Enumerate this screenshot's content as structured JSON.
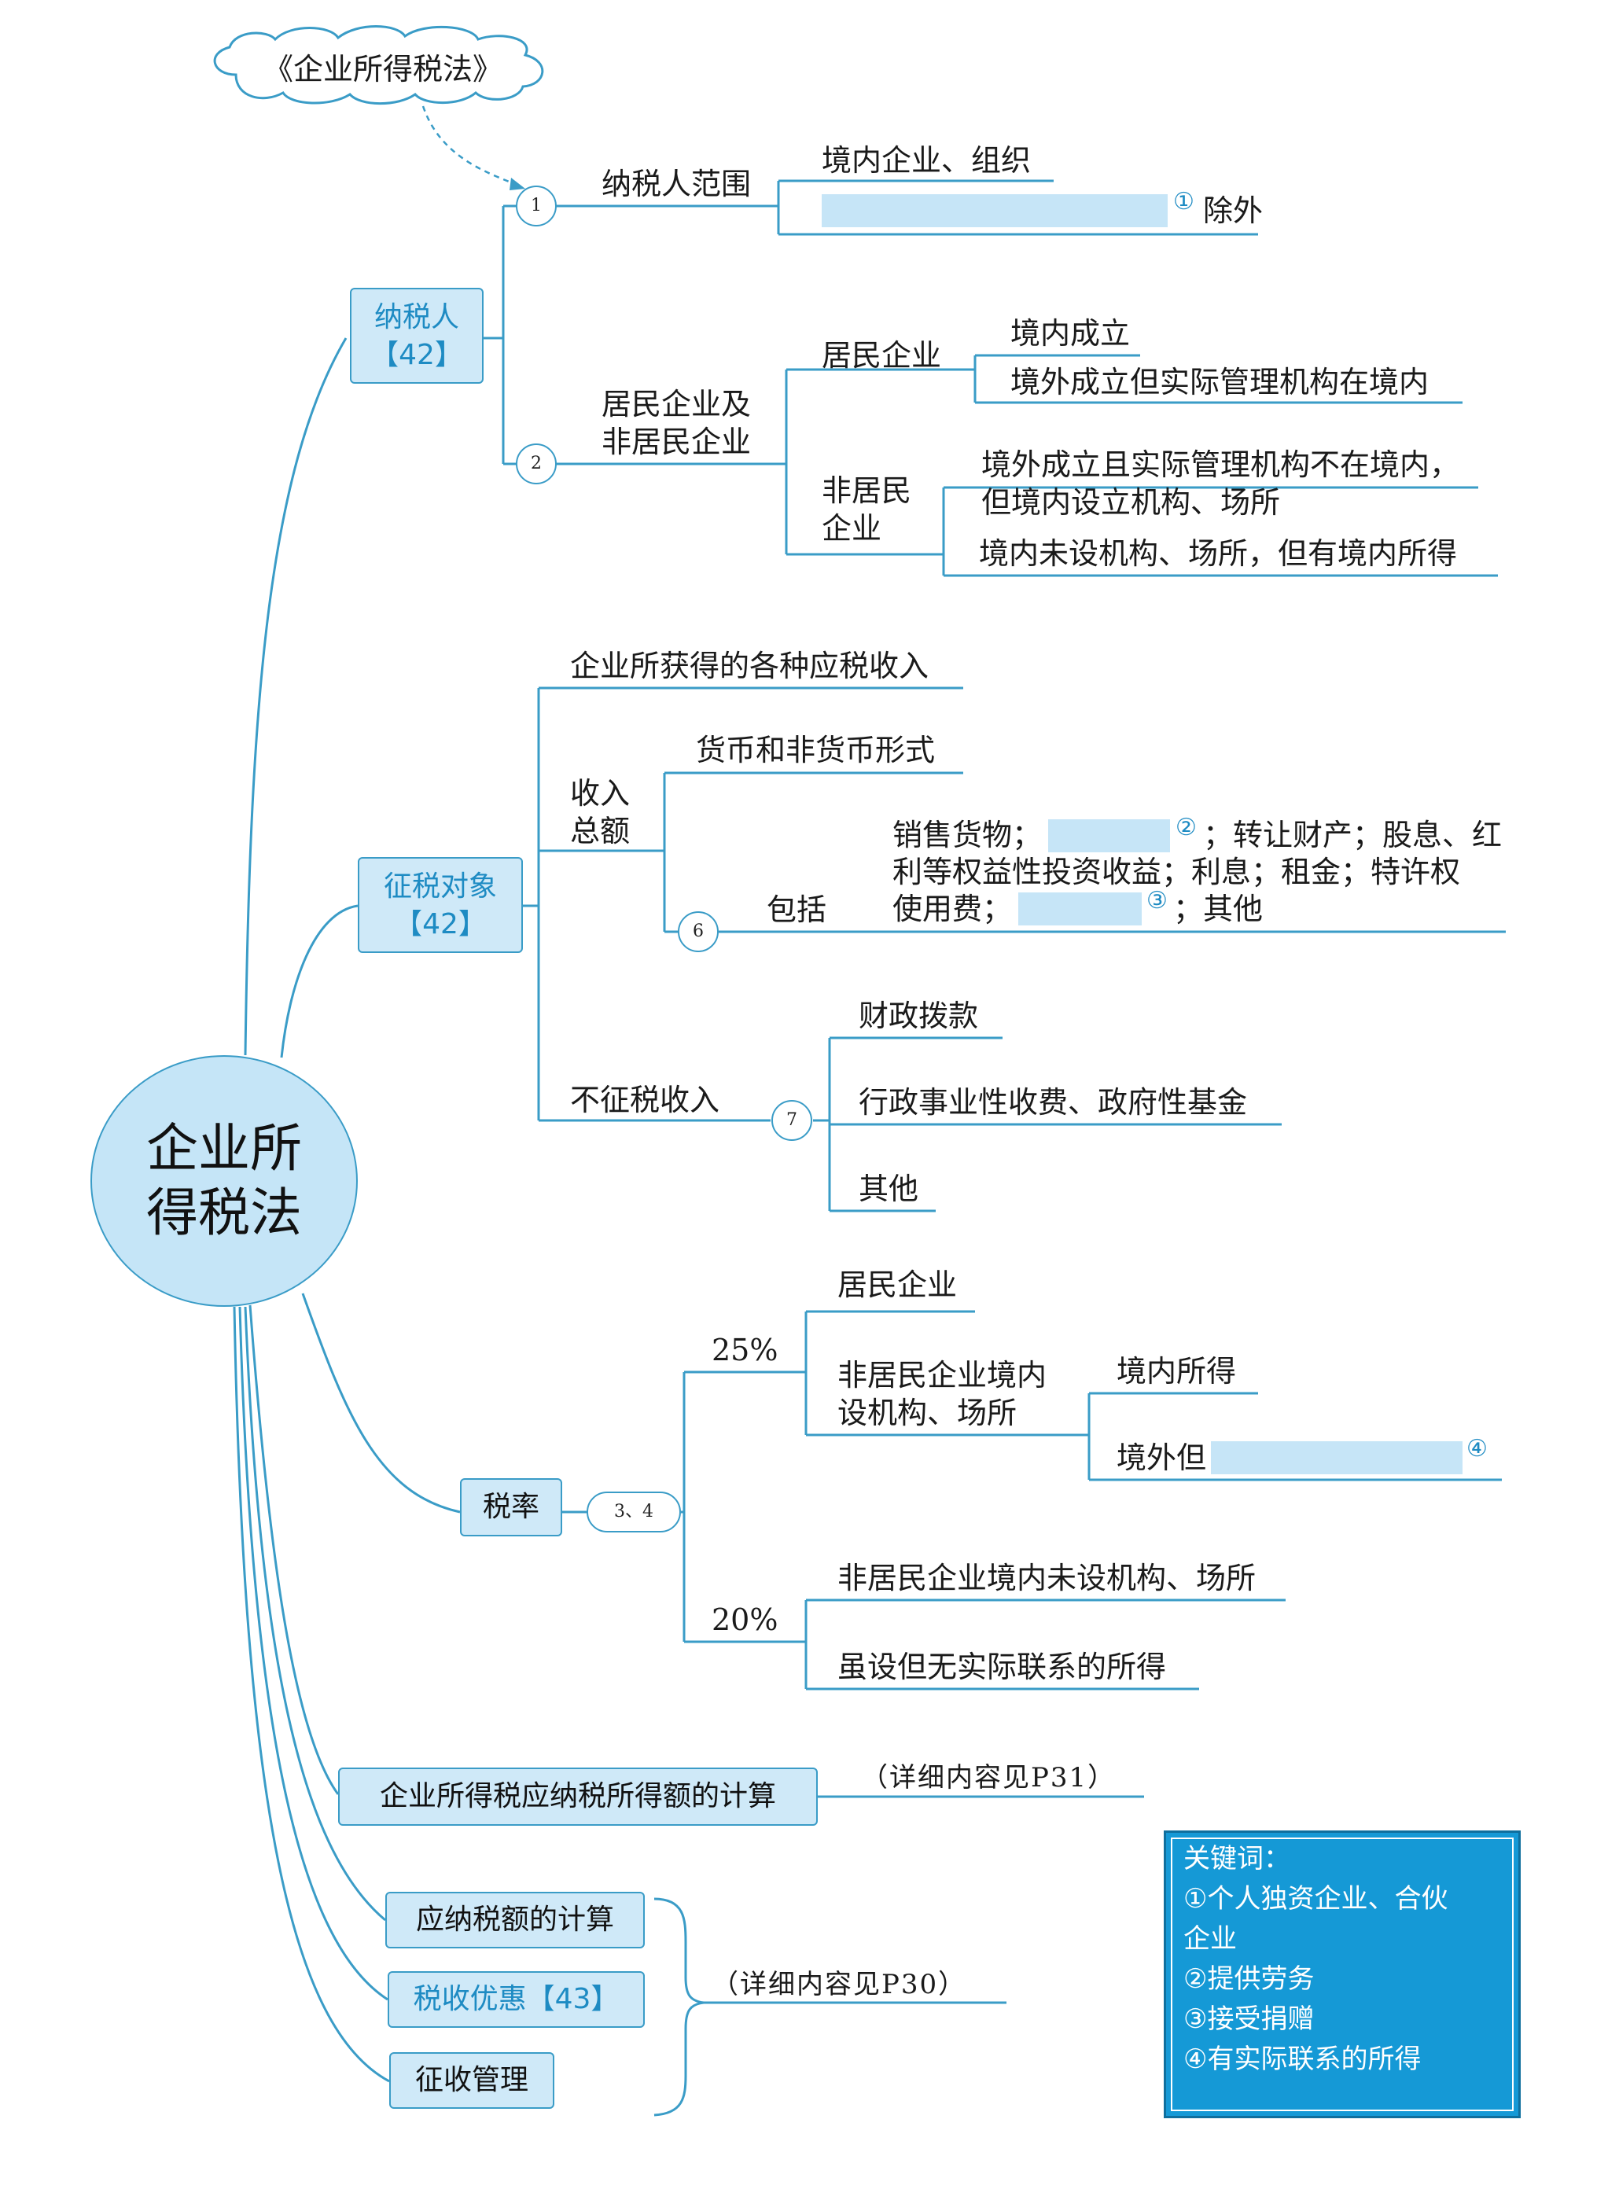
{
  "source_note": "《企业所得税法》",
  "central_topic": "企业所\n得税法",
  "taxpayer": {
    "label": "纳税人\n【42】",
    "n1": "1",
    "scope": {
      "label": "纳税人范围",
      "domestic": "境内企业、组织",
      "blank_mark": "①",
      "except": "除外"
    },
    "n2": "2",
    "types": {
      "label": "居民企业及\n非居民企业",
      "resident": {
        "label": "居民企业",
        "a": "境内成立",
        "b": "境外成立但实际管理机构在境内"
      },
      "nonresident": {
        "label": "非居民\n企业",
        "a": "境外成立且实际管理机构不在境内，\n但境内设立机构、场所",
        "b": "境内未设机构、场所，但有境内所得"
      }
    }
  },
  "object": {
    "label": "征税对象\n【42】",
    "all_income": "企业所获得的各种应税收入",
    "total": {
      "label": "收入\n总额",
      "forms": "货币和非货币形式",
      "n6": "6",
      "includes_label": "包括",
      "line1_a": "销售货物；",
      "mark2": "②",
      "line1_b": "；转让财产；股息、红",
      "line2": "利等权益性投资收益；利息；租金；特许权",
      "line3_a": "使用费；",
      "mark3": "③",
      "line3_b": "；其他"
    },
    "nontax": {
      "label": "不征税收入",
      "n7": "7",
      "items": [
        "财政拨款",
        "行政事业性收费、政府性基金",
        "其他"
      ]
    }
  },
  "rate": {
    "label": "税率",
    "n34": "3、4",
    "r25": {
      "label": "25%",
      "resident": "居民企业",
      "nonres_est": "非居民企业境内\n设机构、场所",
      "domestic_income": "境内所得",
      "foreign_but": "境外但",
      "mark4": "④"
    },
    "r20": {
      "label": "20%",
      "a": "非居民企业境内未设机构、场所",
      "b": "虽设但无实际联系的所得"
    }
  },
  "taxable_income": {
    "label": "企业所得税应纳税所得额的计算",
    "note": "（详细内容见P31）"
  },
  "tax_payable": "应纳税额的计算",
  "incentives": "税收优惠【43】",
  "admin": "征收管理",
  "note_p30": "（详细内容见P30）",
  "keywords": {
    "title": "关键词：",
    "items": [
      "①个人独资企业、合伙\n    企业",
      "②提供劳务",
      "③接受捐赠",
      "④有实际联系的所得"
    ]
  },
  "colors": {
    "line": "#3a9cc7",
    "node_fill": "#cfe9f8",
    "accent": "#1e8bc3",
    "keyword_bg": "#1599d6"
  }
}
